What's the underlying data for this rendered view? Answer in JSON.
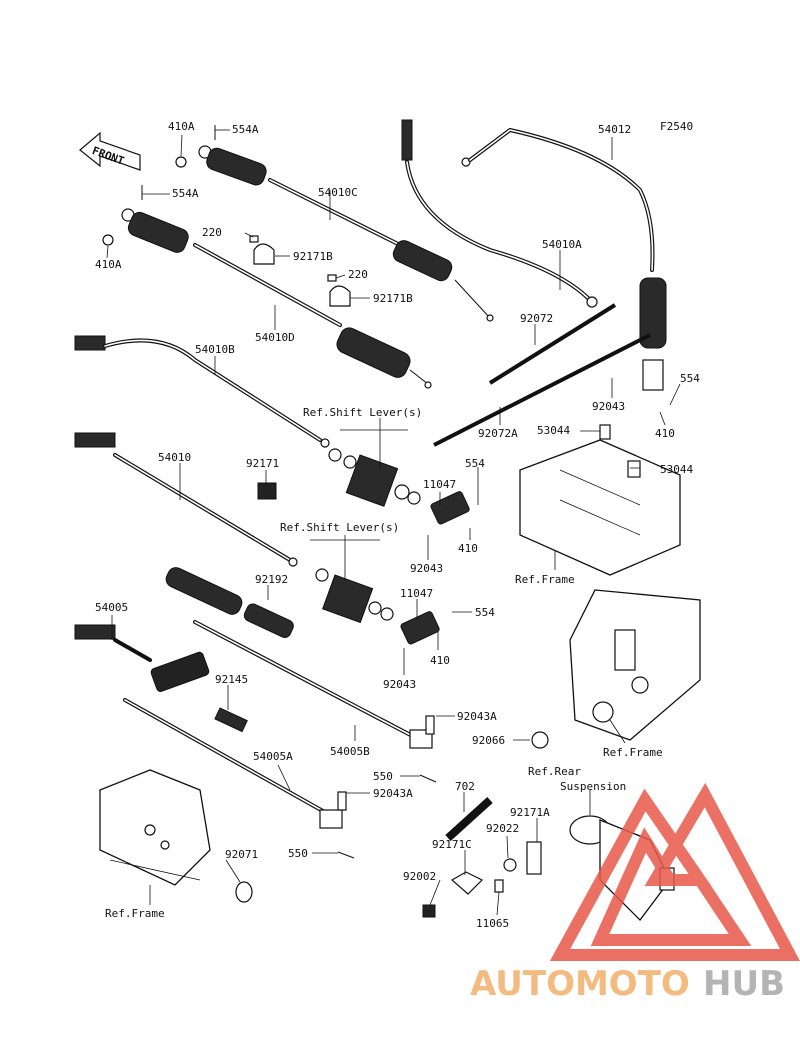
{
  "figure_code": "F2540",
  "front_arrow_label": "FRONT",
  "watermark": {
    "text_part1": "AUTOMOTO",
    "text_part2": "HUB",
    "color_primary": "#f2b06a",
    "color_secondary": "#a8a8a8",
    "triangle_color": "#e8584a"
  },
  "callouts": {
    "c410A_top": "410A",
    "c554A_top": "554A",
    "c554A_mid": "554A",
    "c410A_left": "410A",
    "c54010C": "54010C",
    "c220_a": "220",
    "c92171B_a": "92171B",
    "c220_b": "220",
    "c92171B_b": "92171B",
    "c54010D": "54010D",
    "c54012": "54012",
    "c54010A": "54010A",
    "c92072": "92072",
    "c92072A": "92072A",
    "c54010B": "54010B",
    "c554_right": "554",
    "c92043_right": "92043",
    "c410_right": "410",
    "c53044_a": "53044",
    "c53044_b": "53044",
    "ref_shift_1": "Ref.Shift Lever(s)",
    "c54010": "54010",
    "c92171": "92171",
    "c554_mid": "554",
    "c11047_a": "11047",
    "c410_mid": "410",
    "c92043_mid": "92043",
    "ref_frame_1": "Ref.Frame",
    "ref_shift_2": "Ref.Shift Lever(s)",
    "c92192": "92192",
    "c54005": "54005",
    "c11047_b": "11047",
    "c554_low": "554",
    "c410_low": "410",
    "c92043_low": "92043",
    "c92145": "92145",
    "c92043A_a": "92043A",
    "c92066": "92066",
    "c54005B": "54005B",
    "ref_frame_2": "Ref.Frame",
    "c54005A": "54005A",
    "c550_a": "550",
    "ref_rear": "Ref.Rear",
    "suspension": "Suspension",
    "c702": "702",
    "c92043A_b": "92043A",
    "c92171A": "92171A",
    "c92022": "92022",
    "c92171C": "92171C",
    "c550_b": "550",
    "c92071": "92071",
    "c92002": "92002",
    "c11065": "11065",
    "ref_frame_3": "Ref.Frame"
  }
}
